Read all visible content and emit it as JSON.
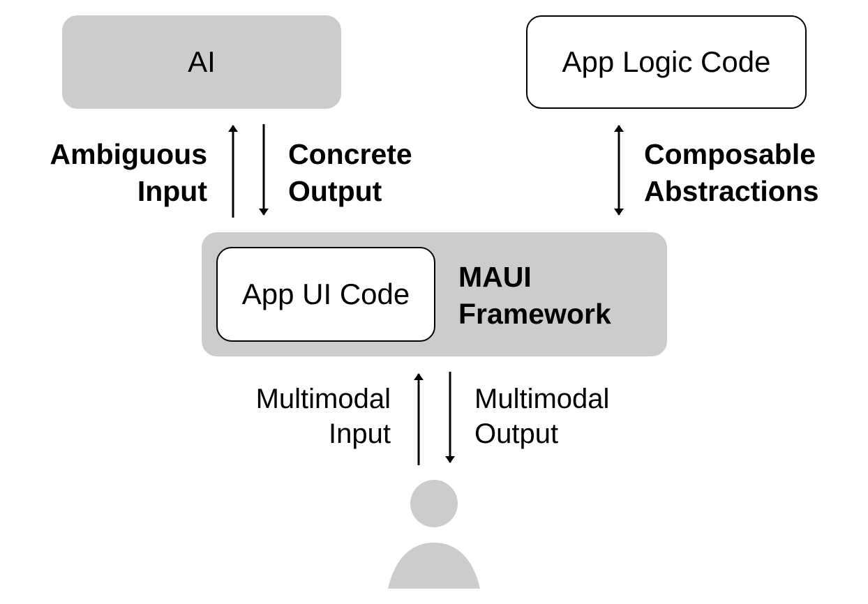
{
  "nodes": {
    "ai": "AI",
    "app_logic": "App Logic Code",
    "app_ui": "App UI Code",
    "framework_line1": "MAUI",
    "framework_line2": "Framework"
  },
  "edges": {
    "ambiguous_line1": "Ambiguous",
    "ambiguous_line2": "Input",
    "concrete_line1": "Concrete",
    "concrete_line2": "Output",
    "composable_line1": "Composable",
    "composable_line2": "Abstractions",
    "mm_input_line1": "Multimodal",
    "mm_input_line2": "Input",
    "mm_output_line1": "Multimodal",
    "mm_output_line2": "Output"
  },
  "colors": {
    "node_fill": "#cccccc",
    "stroke": "#000000",
    "user_icon": "#cccccc"
  },
  "icons": {
    "user": "person-icon"
  }
}
